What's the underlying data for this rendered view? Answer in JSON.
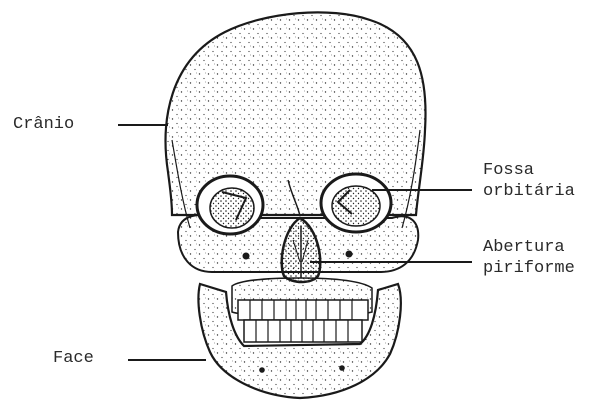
{
  "labels": {
    "cranio": "Crânio",
    "fossa_line1": "Fossa",
    "fossa_line2": "orbitária",
    "abertura_line1": "Abertura",
    "abertura_line2": "piriforme",
    "face": "Face"
  },
  "colors": {
    "ink": "#2a2a2a",
    "paper": "#ffffff"
  }
}
